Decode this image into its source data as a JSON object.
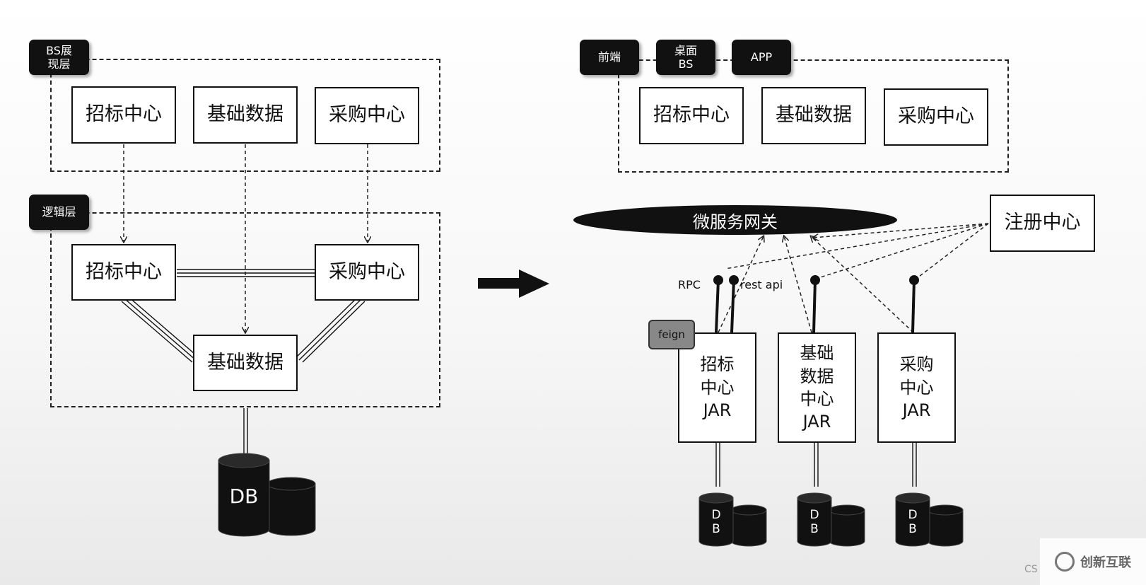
{
  "left": {
    "presentation_tag": "BS展\n现层",
    "logic_tag": "逻辑层",
    "top_boxes": [
      "招标中心",
      "基础数据",
      "采购中心"
    ],
    "logic_boxes": {
      "bid": "招标中心",
      "purchase": "采购中心",
      "base": "基础数据"
    },
    "db": "DB"
  },
  "right": {
    "front_tags": [
      "前端",
      "桌面\nBS",
      "APP"
    ],
    "top_boxes": [
      "招标中心",
      "基础数据",
      "采购中心"
    ],
    "gateway": "微服务网关",
    "registry": "注册中心",
    "rpc_label": "RPC",
    "rest_label": "rest api",
    "feign_label": "feign",
    "services": [
      "招标\n中心\nJAR",
      "基础\n数据\n中心\nJAR",
      "采购\n中心\nJAR"
    ],
    "dbs": [
      "D\nB",
      "D\nB",
      "D\nB"
    ]
  },
  "watermark": {
    "cs": "CS",
    "brand": "创新互联"
  }
}
